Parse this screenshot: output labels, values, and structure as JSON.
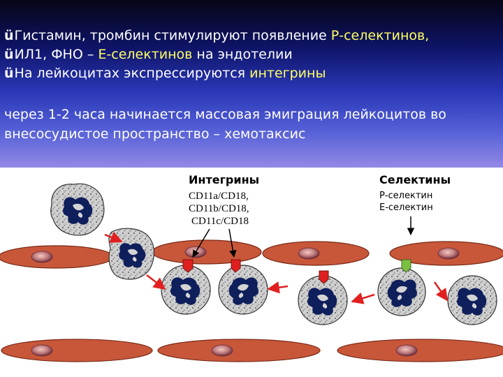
{
  "bullets": [
    {
      "text": "Гистамин, тромбин стимулируют появление ",
      "highlight": "Р-селектинов,",
      "tail": ""
    },
    {
      "text": "ИЛ1, ФНО – ",
      "highlight": "Е-селектинов",
      "tail": " на эндотелии"
    },
    {
      "text": "На лейкоцитах экспрессируются ",
      "highlight": "интегрины",
      "tail": ""
    }
  ],
  "check_mark": "ü",
  "paragraph": " через 1-2 часа начинается массовая эмиграция лейкоцитов во внесосудистое пространство – хемотаксис",
  "diagram": {
    "integrins": {
      "title": "Интегрины",
      "items": [
        "CD11a/CD18,",
        "CD11b/CD18,",
        "CD11c/CD18"
      ]
    },
    "selectins": {
      "title": "Селектины",
      "items": [
        "Р-селектин",
        "Е-селектин"
      ]
    }
  },
  "colors": {
    "highlight": "#ffff66",
    "endothelium": "#c8573a",
    "arrow": "#e02020",
    "integrin_receptor": "#e02020",
    "selectin_receptor": "#7bc043"
  }
}
